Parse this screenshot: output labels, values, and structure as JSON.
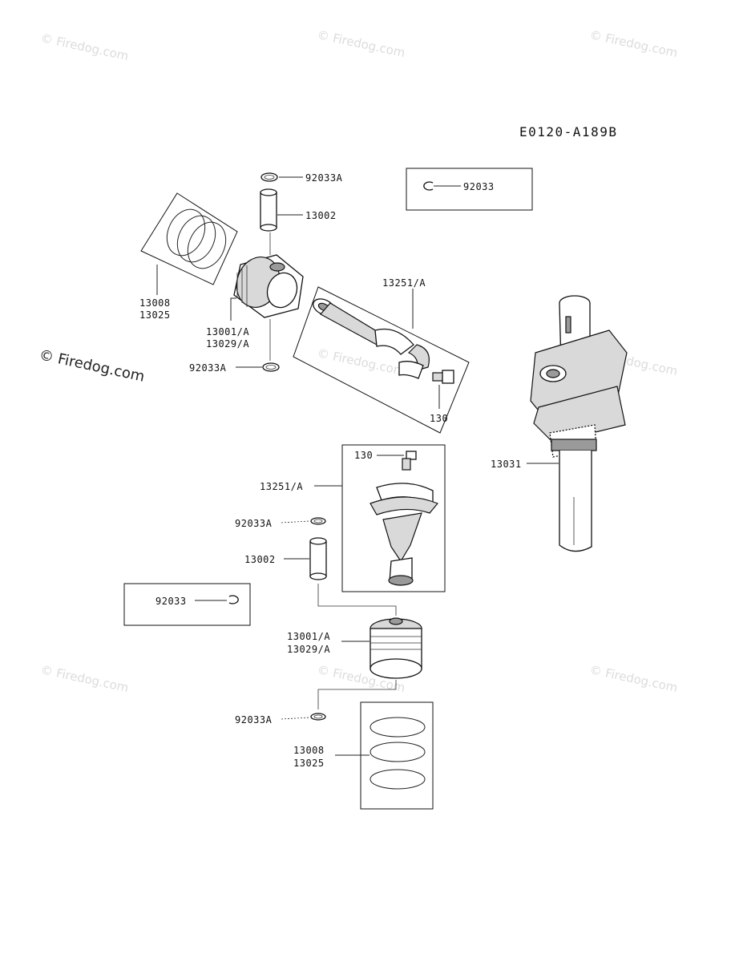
{
  "diagram_code": "E0120-A189B",
  "watermarks": {
    "text": "© Firedog.com"
  },
  "labels": {
    "circlip_top": "92033A",
    "circlip_box_top": "92033",
    "pin_top": "13002",
    "rings_top_a": "13008",
    "rings_top_b": "13025",
    "piston_top_a": "13001/A",
    "piston_top_b": "13029/A",
    "circlip_top_lower": "92033A",
    "rod_top": "13251/A",
    "bolt_top": "130",
    "crankshaft": "13031",
    "bolt_bottom": "130",
    "rod_bottom": "13251/A",
    "circlip_bottom_upper": "92033A",
    "pin_bottom": "13002",
    "circlip_box_bottom": "92033",
    "piston_bottom_a": "13001/A",
    "piston_bottom_b": "13029/A",
    "circlip_bottom_lower": "92033A",
    "rings_bottom_a": "13008",
    "rings_bottom_b": "13025"
  }
}
